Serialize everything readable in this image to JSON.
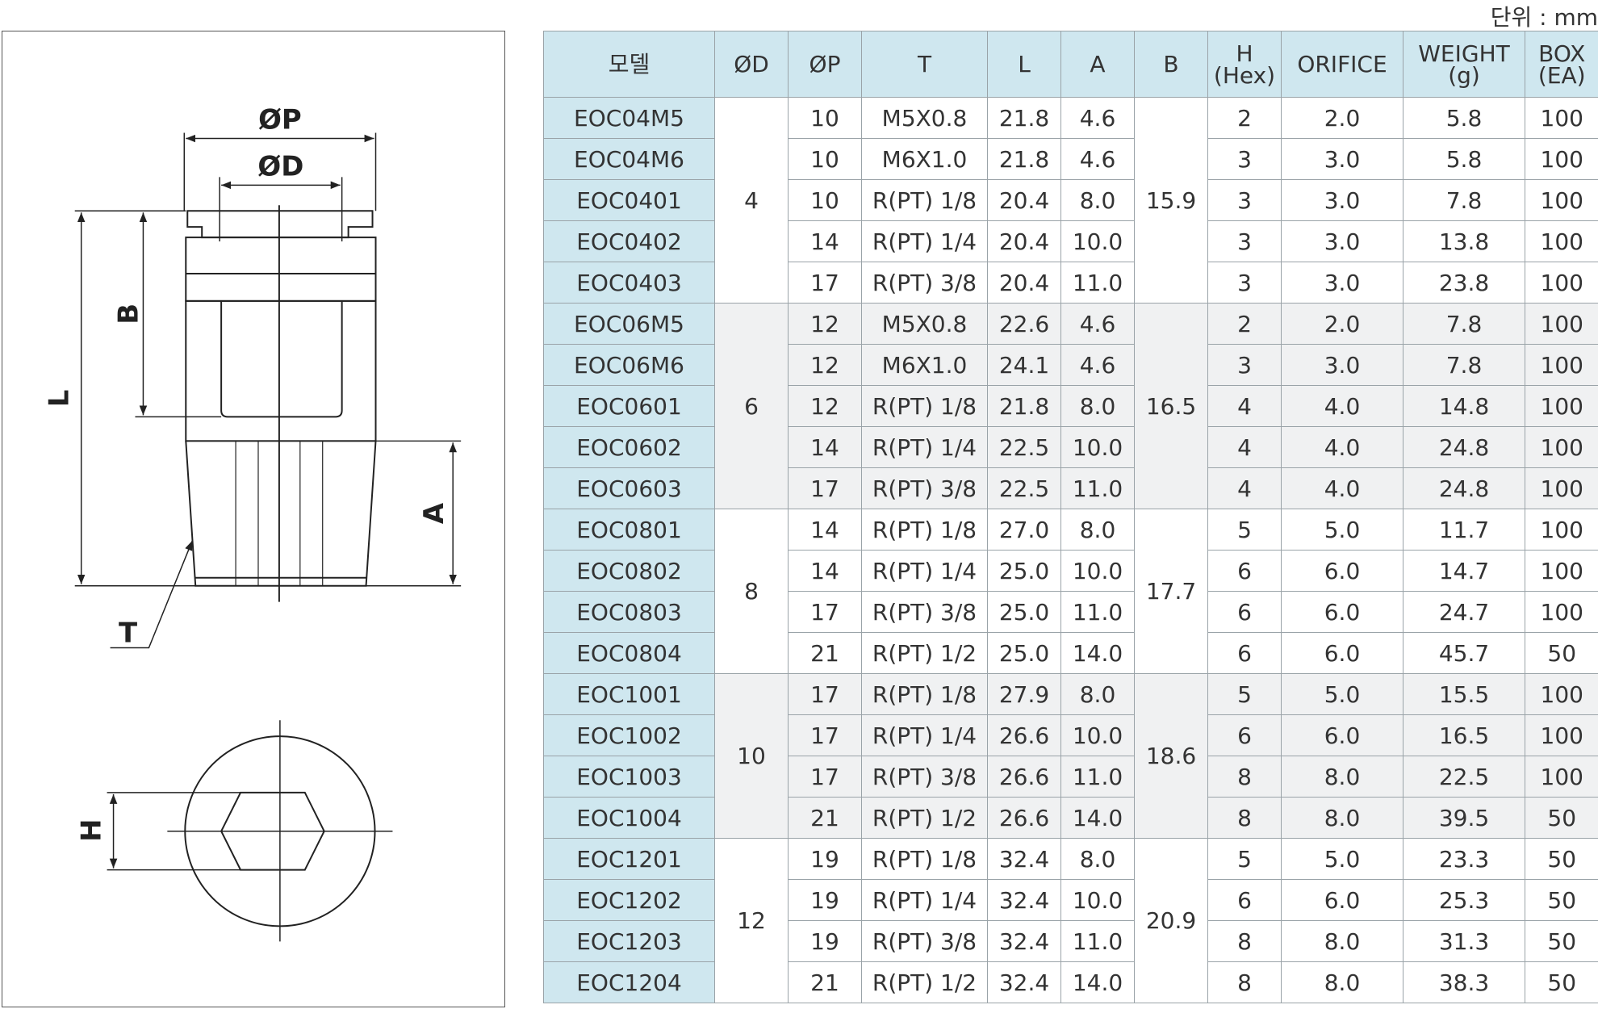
{
  "unit_label": "단위 : mm",
  "drawing": {
    "labels": {
      "phi_p": "ØP",
      "phi_d": "ØD",
      "l": "L",
      "b": "B",
      "a": "A",
      "t": "T",
      "h": "H"
    }
  },
  "table": {
    "headers": {
      "model": "모델",
      "od": "ØD",
      "op": "ØP",
      "t": "T",
      "l": "L",
      "a": "A",
      "b": "B",
      "h1": "H",
      "h2": "(Hex)",
      "orifice": "ORIFICE",
      "weight1": "WEIGHT",
      "weight2": "(g)",
      "box1": "BOX",
      "box2": "(EA)"
    },
    "groups": [
      {
        "od": "4",
        "b": "15.9",
        "rows": [
          {
            "model": "EOC04M5",
            "op": "10",
            "t": "M5X0.8",
            "l": "21.8",
            "a": "4.6",
            "h": "2",
            "orifice": "2.0",
            "weight": "5.8",
            "box": "100"
          },
          {
            "model": "EOC04M6",
            "op": "10",
            "t": "M6X1.0",
            "l": "21.8",
            "a": "4.6",
            "h": "3",
            "orifice": "3.0",
            "weight": "5.8",
            "box": "100"
          },
          {
            "model": "EOC0401",
            "op": "10",
            "t": "R(PT) 1/8",
            "l": "20.4",
            "a": "8.0",
            "h": "3",
            "orifice": "3.0",
            "weight": "7.8",
            "box": "100"
          },
          {
            "model": "EOC0402",
            "op": "14",
            "t": "R(PT) 1/4",
            "l": "20.4",
            "a": "10.0",
            "h": "3",
            "orifice": "3.0",
            "weight": "13.8",
            "box": "100"
          },
          {
            "model": "EOC0403",
            "op": "17",
            "t": "R(PT) 3/8",
            "l": "20.4",
            "a": "11.0",
            "h": "3",
            "orifice": "3.0",
            "weight": "23.8",
            "box": "100"
          }
        ]
      },
      {
        "od": "6",
        "b": "16.5",
        "rows": [
          {
            "model": "EOC06M5",
            "op": "12",
            "t": "M5X0.8",
            "l": "22.6",
            "a": "4.6",
            "h": "2",
            "orifice": "2.0",
            "weight": "7.8",
            "box": "100"
          },
          {
            "model": "EOC06M6",
            "op": "12",
            "t": "M6X1.0",
            "l": "24.1",
            "a": "4.6",
            "h": "3",
            "orifice": "3.0",
            "weight": "7.8",
            "box": "100"
          },
          {
            "model": "EOC0601",
            "op": "12",
            "t": "R(PT) 1/8",
            "l": "21.8",
            "a": "8.0",
            "h": "4",
            "orifice": "4.0",
            "weight": "14.8",
            "box": "100"
          },
          {
            "model": "EOC0602",
            "op": "14",
            "t": "R(PT) 1/4",
            "l": "22.5",
            "a": "10.0",
            "h": "4",
            "orifice": "4.0",
            "weight": "24.8",
            "box": "100"
          },
          {
            "model": "EOC0603",
            "op": "17",
            "t": "R(PT) 3/8",
            "l": "22.5",
            "a": "11.0",
            "h": "4",
            "orifice": "4.0",
            "weight": "24.8",
            "box": "100"
          }
        ]
      },
      {
        "od": "8",
        "b": "17.7",
        "rows": [
          {
            "model": "EOC0801",
            "op": "14",
            "t": "R(PT) 1/8",
            "l": "27.0",
            "a": "8.0",
            "h": "5",
            "orifice": "5.0",
            "weight": "11.7",
            "box": "100"
          },
          {
            "model": "EOC0802",
            "op": "14",
            "t": "R(PT) 1/4",
            "l": "25.0",
            "a": "10.0",
            "h": "6",
            "orifice": "6.0",
            "weight": "14.7",
            "box": "100"
          },
          {
            "model": "EOC0803",
            "op": "17",
            "t": "R(PT) 3/8",
            "l": "25.0",
            "a": "11.0",
            "h": "6",
            "orifice": "6.0",
            "weight": "24.7",
            "box": "100"
          },
          {
            "model": "EOC0804",
            "op": "21",
            "t": "R(PT) 1/2",
            "l": "25.0",
            "a": "14.0",
            "h": "6",
            "orifice": "6.0",
            "weight": "45.7",
            "box": "50"
          }
        ]
      },
      {
        "od": "10",
        "b": "18.6",
        "rows": [
          {
            "model": "EOC1001",
            "op": "17",
            "t": "R(PT) 1/8",
            "l": "27.9",
            "a": "8.0",
            "h": "5",
            "orifice": "5.0",
            "weight": "15.5",
            "box": "100"
          },
          {
            "model": "EOC1002",
            "op": "17",
            "t": "R(PT) 1/4",
            "l": "26.6",
            "a": "10.0",
            "h": "6",
            "orifice": "6.0",
            "weight": "16.5",
            "box": "100"
          },
          {
            "model": "EOC1003",
            "op": "17",
            "t": "R(PT) 3/8",
            "l": "26.6",
            "a": "11.0",
            "h": "8",
            "orifice": "8.0",
            "weight": "22.5",
            "box": "100"
          },
          {
            "model": "EOC1004",
            "op": "21",
            "t": "R(PT) 1/2",
            "l": "26.6",
            "a": "14.0",
            "h": "8",
            "orifice": "8.0",
            "weight": "39.5",
            "box": "50"
          }
        ]
      },
      {
        "od": "12",
        "b": "20.9",
        "rows": [
          {
            "model": "EOC1201",
            "op": "19",
            "t": "R(PT) 1/8",
            "l": "32.4",
            "a": "8.0",
            "h": "5",
            "orifice": "5.0",
            "weight": "23.3",
            "box": "50"
          },
          {
            "model": "EOC1202",
            "op": "19",
            "t": "R(PT) 1/4",
            "l": "32.4",
            "a": "10.0",
            "h": "6",
            "orifice": "6.0",
            "weight": "25.3",
            "box": "50"
          },
          {
            "model": "EOC1203",
            "op": "19",
            "t": "R(PT) 3/8",
            "l": "32.4",
            "a": "11.0",
            "h": "8",
            "orifice": "8.0",
            "weight": "31.3",
            "box": "50"
          },
          {
            "model": "EOC1204",
            "op": "21",
            "t": "R(PT) 1/2",
            "l": "32.4",
            "a": "14.0",
            "h": "8",
            "orifice": "8.0",
            "weight": "38.3",
            "box": "50"
          }
        ]
      }
    ]
  }
}
